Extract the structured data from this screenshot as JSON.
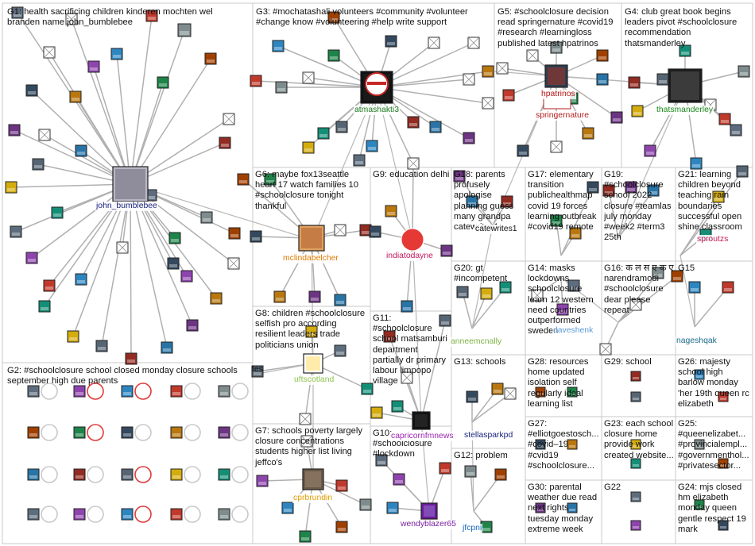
{
  "colors": {
    "background": "#ffffff",
    "group_border": "#c8c8c8",
    "edge": "#a8a8a8",
    "group_title": "#111111",
    "node_border": "#222222",
    "red_ring": "#e03a3a"
  },
  "groups": {
    "g1": "G1: health sacrificing children kinderen mochten wel branden name john_bumblebee",
    "g2": "G2: #schoolclosure school closed monday closure schools september high due parents",
    "g3": "G3: #mochatashali volunteers #community #volunteer #change know #volunteering #help write support",
    "g4": "G4: club great book begins leaders pivot #schoolclosure recommendation thatsmanderley",
    "g5": "G5: #schoolclosure decision read springernature #covid19 #research #learningloss published latest hpatrinos",
    "g6": "G6: maybe fox13seattle heart 17 watch families 10 #schoolclosure tonight thankful",
    "g7": "G7: schools poverty largely closure concentrations students higher list living jeffco's",
    "g8": "G8: children #schoolclosure selfish pro according resilient leaders trade politicians union",
    "g9": "G9: education delhi",
    "g10": "G10: #schoolclosure #lockdown",
    "g11": "G11: #schoolclosure school matsamburi department partially dr primary labour limpopo village",
    "g12": "G12: problem",
    "g13": "G13: schools",
    "g14": "G14: masks lockdowns schoolclosure learn 12 western need countries outperformed sweden",
    "g15": "G15",
    "g16": "G16: क ल स ए क ए narendramodi #schoolclosure dear please repeat",
    "g17": "G17: elementary transition publichealthmap covid 19 forces learning outbreak #covid19 remote",
    "g18": "G18: parents profusely apologise planning guess many grandpa catewrites1",
    "g19": "G19: #schoolclosure school 2022 closure #teamlas july monday #week2 #term3 25th",
    "g20": "G20: gt #incompetent",
    "g21": "G21: learning children beyond teaching rain boundaries successful open shine classroom",
    "g22": "G22",
    "g23": "G23: each school closure home provide work created website...",
    "g24": "G24: mjs closed hm elizabeth monday queen gentle respect 19 mark",
    "g25": "G25: #queenelizabet... #provincialempl... #governmenthol... #privatesector...",
    "g26": "G26: majesty school high barlow monday 'her 19th queen rc elizabeth",
    "g27": "G27: #elliotgoestosch... #covid–19 #cvid19 #schoolclosure...",
    "g28": "G28: resources home updated isolation self regularly ideal learning list",
    "g29": "G29: school",
    "g30": "G30: parental weather due read next rights tuesday monday extreme week"
  },
  "nodes": {
    "john_bumblebee": "john_bumblebee",
    "atmashakti3": "atmashakti3",
    "hpatrinos": "hpatrinos",
    "springernature": "springernature",
    "thatsmanderley": "thatsmanderley",
    "mclindabelcher": "mclindabelcher",
    "indiatodayne": "indiatodayne",
    "catewrites1": "catewrites1",
    "uftscotland": "uftscotland",
    "tes": "tes",
    "cprbrundin": "cprbrundin",
    "capricornfmnews": "capricornfmnews",
    "wendyblazer65": "wendyblazer65",
    "jfcpni": "jfcpni",
    "stellasparkpd": "stellasparkpd",
    "anneemcnally": "anneemcnally",
    "sproutzs": "sproutzs",
    "nageshqak": "nageshqak",
    "daveshenk": "daveshenk"
  }
}
